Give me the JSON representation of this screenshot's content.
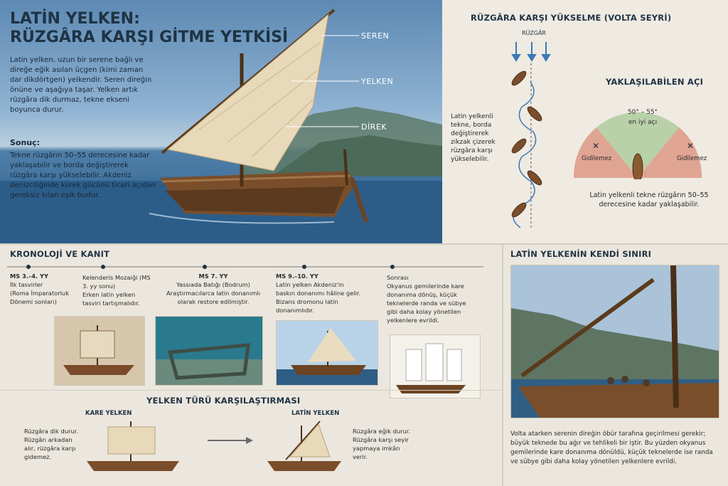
{
  "hero": {
    "title_line1": "LATİN YELKEN:",
    "title_line2": "RÜZGÂRA KARŞI GİTME YETKİSİ",
    "description": "Latin yelken, uzun bir serene bağlı ve direğe eğik asılan üçgen (kimi zaman dar dikdörtgen) yelkendir. Seren direğin önüne ve aşağıya taşar. Yelken artık rüzgâra dik durmaz, tekne ekseni boyunca durur.",
    "result_heading": "Sonuç:",
    "result_text": "Tekne rüzgârın 50–55 derecesine kadar yaklaşabilir ve borda değiştirerek rüzgâra karşı yükselebilir. Akdeniz denizciliğinde kürek gücünü ticari açıdan gereksiz kılan eşik budur.",
    "labels": {
      "seren": "SEREN",
      "yelken": "YELKEN",
      "direk": "DİREK"
    }
  },
  "tacking": {
    "title": "RÜZGÂRA KARŞI YÜKSELME (VOLTA SEYRİ)",
    "wind_label": "RÜZGÂR",
    "caption": "Latin yelkenli tekne, borda değiştirerek zikzak çizerek rüzgâra karşı yükselebilir."
  },
  "angle": {
    "title": "YAKLAŞILABİLEN AÇI",
    "best_range": "50° – 55°",
    "best_label": "en iyi açı",
    "left_mark": "✕",
    "left_label": "Gidilemez",
    "right_mark": "✕",
    "right_label": "Gidilemez",
    "caption": "Latin yelkenli tekne rüzgârın 50–55 derecesine kadar yaklaşabilir."
  },
  "timeline": {
    "title": "KRONOLOJİ VE KANIT",
    "items": [
      {
        "date": "MS 3.–4. YY",
        "text": "İlk tasvirler",
        "note": "(Roma İmparatorluk Dönemi sonları)"
      },
      {
        "date": "",
        "text": "Kelenderis Mozaiği (MS 3. yy sonu)",
        "note": "Erken latin yelken tasviri tartışmalıdır."
      },
      {
        "date": "MS 7. YY",
        "text": "Yassıada Batığı (Bodrum)",
        "note": "Araştırmacılarca latin donanımlı olarak restore edilmiştir."
      },
      {
        "date": "MS 9.–10. YY",
        "text": "Latin yelken Akdeniz'in baskın donanımı hâline gelir.",
        "note": "Bizans dromonu latin donanımlıdır."
      },
      {
        "date": "",
        "text": "Sonrası",
        "note": "Okyanus gemilerinde kare donanıma dönüş, küçük teknelerde randa ve sübye gibi daha kolay yönetilen yelkenlere evrildi."
      }
    ]
  },
  "comparison": {
    "title": "YELKEN TÜRÜ KARŞILAŞTIRMASI",
    "square_title": "KARE YELKEN",
    "square_text": "Rüzgâra dik durur. Rüzgârı arkadan alır, rüzgâra karşı gidemez.",
    "lateen_title": "LATİN YELKEN",
    "lateen_text": "Rüzgâra eğik durur. Rüzgâra karşı seyir yapmaya imkân verir."
  },
  "limit": {
    "title": "LATİN YELKENİN KENDİ SINIRI",
    "text": "Volta atarken serenin direğin öbür tarafına geçirilmesi gerekir; büyük teknede bu ağır ve tehlikeli bir iştir. Bu yüzden okyanus gemilerinde kare donanıma dönüldü, küçük teknelerde ise randa ve sübye gibi daha kolay yönetilen yelkenlere evrildi."
  },
  "colors": {
    "accent": "#1f3344",
    "wind": "#3a78b5",
    "best": "#b9d1a8",
    "bad": "#e0a493"
  }
}
